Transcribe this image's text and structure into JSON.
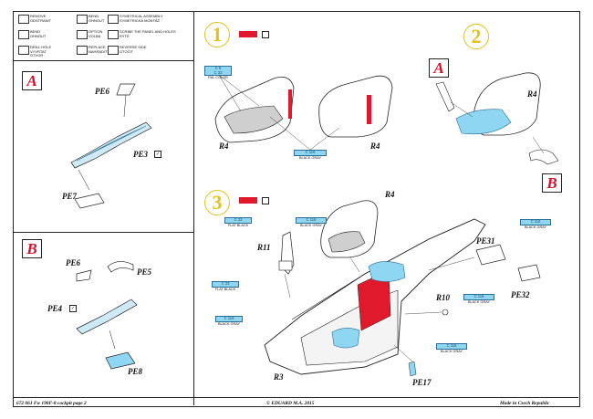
{
  "legend": [
    {
      "icon": "remove-icon",
      "text": "REMOVE\nODSTRANIT"
    },
    {
      "icon": "bend-icon",
      "text": "BEND\nOHNOUT"
    },
    {
      "icon": "symmetrical-icon",
      "text": "SYMETRICAL ASSEMBLY\nSYMETRICKÁ MONTÁŽ"
    },
    {
      "icon": "bend-option-icon",
      "text": "BEND\nOHNOUT"
    },
    {
      "icon": "option-icon",
      "text": "OPTION\nVOLBA"
    },
    {
      "icon": "scribe-icon",
      "text": "SCRIBE THE PANEL AND HOLES\nRÝTÉ"
    },
    {
      "icon": "drill-icon",
      "text": "DRILL HOLE\nVYVRTAT OTVOR"
    },
    {
      "icon": "replace-icon",
      "text": "REPLACE\nNAHRADIT"
    },
    {
      "icon": "reverse-icon",
      "text": "REVERSE SIDE\nOTOČIT"
    }
  ],
  "steps": {
    "s1": "1",
    "s2": "2",
    "s3": "3"
  },
  "sections": {
    "a_main": "A",
    "b_main": "B",
    "a_step2": "A",
    "b_step2": "B"
  },
  "parts": {
    "pe6_a": "PE6",
    "pe3": "PE3",
    "pe7": "PE7",
    "pe6_b": "PE6",
    "pe5": "PE5",
    "pe4": "PE4",
    "pe8": "PE8",
    "r4_1": "R4",
    "r4_2": "R4",
    "r4_3": "R4",
    "r4_4": "R4",
    "r11": "R11",
    "pe31": "PE31",
    "pe32": "PE32",
    "r10": "R10",
    "r3": "R3",
    "pe17": "PE17"
  },
  "paints": {
    "p1": {
      "code": "C 6\nC 33",
      "name": "RAL COLOR"
    },
    "p2": {
      "code": "C 116",
      "name": "BLACK GRAY"
    },
    "p3": {
      "code": "C 33",
      "name": "FLAT BLACK"
    },
    "p4": {
      "code": "C 116",
      "name": "BLACK GRAY"
    },
    "p5": {
      "code": "C 116",
      "name": "BLACK GRAY"
    },
    "p6": {
      "code": "C 33",
      "name": "FLAT BLACK"
    },
    "p7": {
      "code": "C 116",
      "name": "BLACK GRAY"
    },
    "p8": {
      "code": "C 116",
      "name": "BLACK GRAY"
    },
    "p9": {
      "code": "C 116",
      "name": "BLACK GRAY"
    }
  },
  "footer": {
    "left": "672 061   Fw 190F-8 cockpit   page 2",
    "center": "© EDUARD  M.A. 2015",
    "right": "Made in Czech Republic"
  },
  "colors": {
    "red": "#e0192d",
    "yellow": "#e3c01a",
    "blue": "#8fd6f2"
  }
}
